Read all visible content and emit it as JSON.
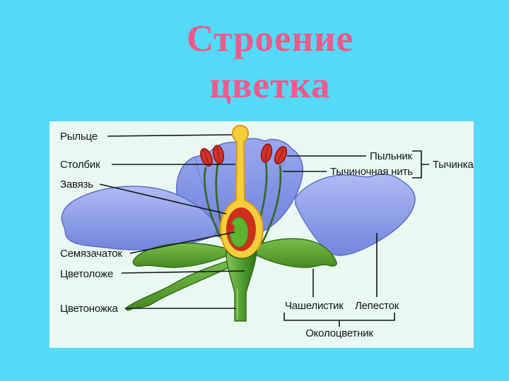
{
  "title": {
    "line1": "Строение",
    "line2": "цветка"
  },
  "diagram": {
    "labels": {
      "stigma": "Рыльце",
      "style": "Столбик",
      "ovary": "Завязь",
      "ovule": "Семязачаток",
      "receptacle": "Цветоложе",
      "pedicel": "Цветоножка",
      "anther": "Пыльник",
      "filament": "Тычиночная нить",
      "stamen": "Тычинка",
      "sepal": "Чашелистик",
      "petal": "Лепесток",
      "perianth": "Околоцветник"
    }
  },
  "colors": {
    "background": "#54D9F6",
    "panel": "#EAF8F2",
    "title_text": "#EF5A8C",
    "petal_blue": "#7D8FE2",
    "sepal_green": "#55A131",
    "pistil_yellow": "#F6CE3C",
    "ovary_ring_red": "#CE2F1D",
    "ovule_green": "#5FB331",
    "anther_red": "#D23227",
    "label_text": "#141414"
  }
}
